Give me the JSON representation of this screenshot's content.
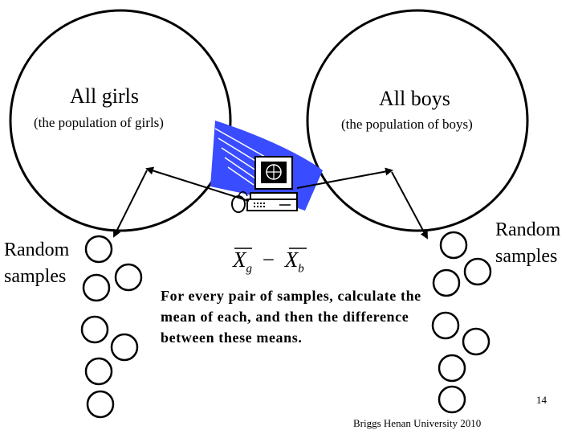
{
  "left_population": {
    "title": "All girls",
    "subtitle": "(the population of girls)"
  },
  "right_population": {
    "title": "All boys",
    "subtitle": "(the population of boys)"
  },
  "left_samples_label": [
    "Random",
    "samples"
  ],
  "right_samples_label": [
    "Random",
    "samples"
  ],
  "formula": {
    "left_var": "X",
    "left_sub": "g",
    "operator": "−",
    "right_var": "X",
    "right_sub": "b"
  },
  "note": "For every pair of samples, calculate the mean of each, and then the difference between these means.",
  "slide_number": "14",
  "footer": "Briggs Henan University 2010",
  "icons": [
    "computer-icon",
    "sample-circle-icon"
  ],
  "colors": {
    "stroke": "#000000",
    "computer_swoosh": "#3a4cff",
    "background": "#ffffff"
  }
}
